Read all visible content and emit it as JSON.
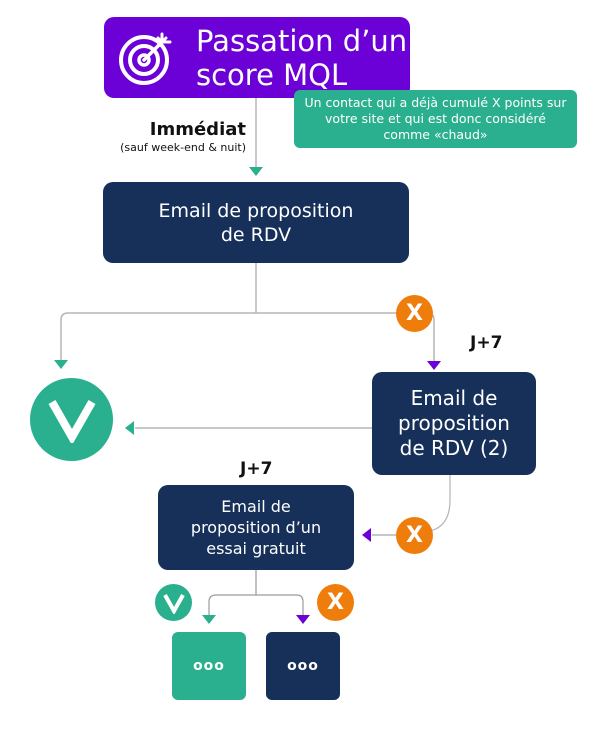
{
  "colors": {
    "purple": "#6b00d7",
    "teal": "#2bb08f",
    "navy": "#16305a",
    "orange": "#ef7d0c",
    "connector": "#b5b5b5"
  },
  "start": {
    "icon": "target-icon",
    "title_line1": "Passation d’un",
    "title_line2": "score MQL",
    "note": "Un contact qui a déjà cumulé X points sur votre site et qui est donc considéré comme «chaud»"
  },
  "delay_1": {
    "label": "Immédiat",
    "sublabel": "(sauf week-end & nuit)"
  },
  "step_1": {
    "line1": "Email de proposition",
    "line2": "de RDV"
  },
  "delay_2": {
    "label": "J+7"
  },
  "step_2": {
    "line1": "Email de",
    "line2": "proposition",
    "line3": "de RDV (2)"
  },
  "delay_3": {
    "label": "J+7"
  },
  "step_3": {
    "line1": "Email de",
    "line2": "proposition d’un",
    "line3": "essai gratuit"
  },
  "outcomes": {
    "success_symbol": "V",
    "failure_symbol": "X",
    "success_icon": "checkmark-icon",
    "failure_icon": "cross-icon"
  },
  "end_boxes": {
    "success_label": "ooo",
    "failure_label": "ooo"
  }
}
